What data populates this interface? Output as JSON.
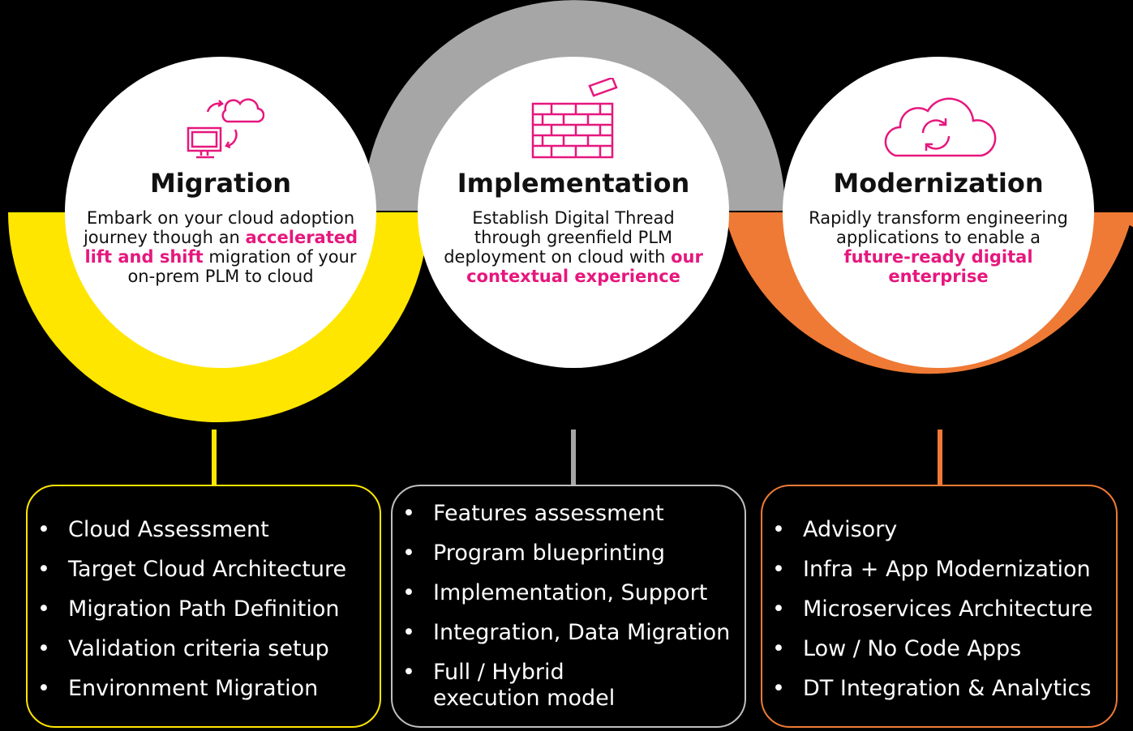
{
  "colors": {
    "background": "#000000",
    "migration_accent": "#ffe600",
    "implementation_accent": "#a6a6a6",
    "modernization_accent": "#ef7a35",
    "highlight": "#e6177d",
    "circle_fill": "#ffffff",
    "box_migration_border": "#ffe600",
    "box_implementation_border": "#bfbfbf",
    "box_modernization_border": "#ef7a35"
  },
  "stages": [
    {
      "icon": "cloud-migration-monitor-icon",
      "title": "Migration",
      "desc_parts": [
        "Embark on your cloud adoption journey though an ",
        "accelerated lift and shift",
        " migration of your on-prem PLM to cloud"
      ],
      "items": [
        "Cloud Assessment",
        "Target Cloud Architecture",
        "Migration Path Definition",
        "Validation criteria setup",
        "Environment Migration"
      ]
    },
    {
      "icon": "brick-wall-icon",
      "title": "Implementation",
      "desc_parts": [
        "Establish Digital Thread through greenfield PLM deployment on cloud with ",
        "our contextual experience",
        ""
      ],
      "items": [
        "Features assessment",
        "Program blueprinting",
        "Implementation, Support",
        "Integration, Data Migration",
        "Full / Hybrid execution model"
      ]
    },
    {
      "icon": "cloud-sync-icon",
      "title": "Modernization",
      "desc_parts": [
        "Rapidly transform engineering applications to enable a ",
        "future-ready digital enterprise",
        ""
      ],
      "items": [
        "Advisory",
        "Infra + App Modernization",
        "Microservices Architecture",
        "Low / No Code Apps",
        "DT Integration & Analytics"
      ]
    }
  ]
}
